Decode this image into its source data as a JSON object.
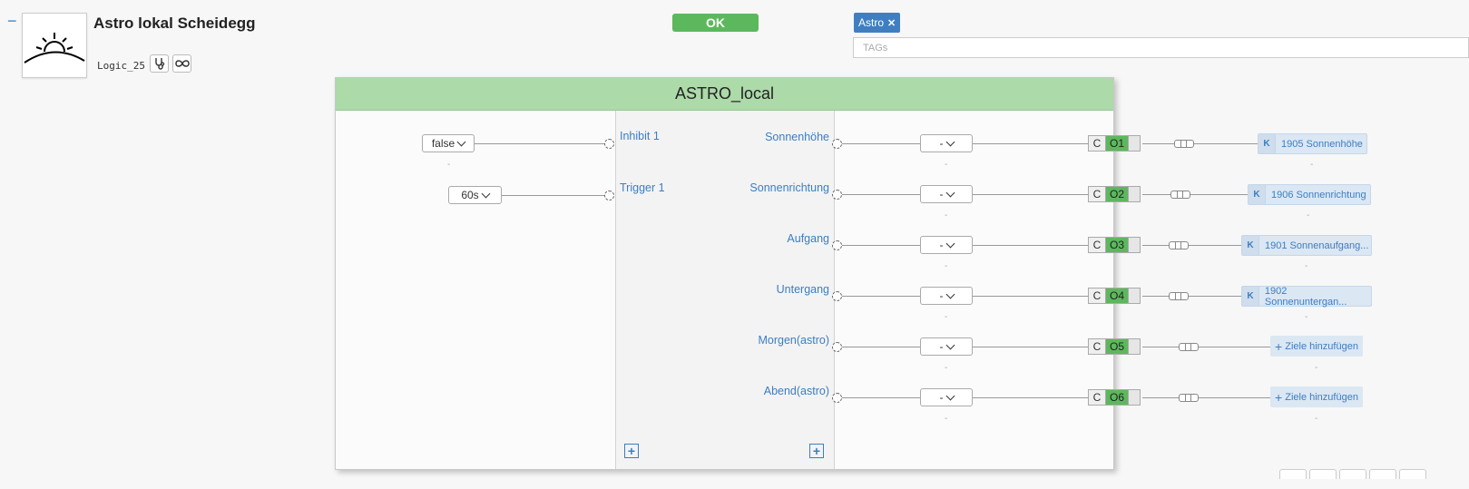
{
  "header": {
    "collapse_symbol": "−",
    "title": "Astro lokal Scheidegg",
    "logic_id": "Logic_25",
    "ok_label": "OK",
    "tag": "Astro",
    "tag_remove": "✕",
    "tags_placeholder": "TAGs"
  },
  "block": {
    "title": "ASTRO_local",
    "inputs": [
      {
        "value": "false",
        "name": "Inhibit 1",
        "dash": "-"
      },
      {
        "value": "60s",
        "name": "Trigger 1"
      }
    ],
    "outputs": [
      {
        "name": "Sonnenhöhe",
        "select": "-",
        "dash": "-",
        "c": "C",
        "o": "O1",
        "target_type": "K",
        "target": "1905 Sonnenhöhe",
        "target_dash": "-"
      },
      {
        "name": "Sonnenrichtung",
        "select": "-",
        "dash": "-",
        "c": "C",
        "o": "O2",
        "target_type": "K",
        "target": "1906 Sonnenrichtung",
        "target_dash": "-"
      },
      {
        "name": "Aufgang",
        "select": "-",
        "dash": "-",
        "c": "C",
        "o": "O3",
        "target_type": "K",
        "target": "1901 Sonnenaufgang...",
        "target_dash": "-"
      },
      {
        "name": "Untergang",
        "select": "-",
        "dash": "-",
        "c": "C",
        "o": "O4",
        "target_type": "K",
        "target": "1902 Sonnenuntergan...",
        "target_dash": "-"
      },
      {
        "name": "Morgen(astro)",
        "select": "-",
        "dash": "-",
        "c": "C",
        "o": "O5",
        "add_label": "Ziele hinzufügen",
        "target_dash": "-"
      },
      {
        "name": "Abend(astro)",
        "select": "-",
        "dash": "-",
        "c": "C",
        "o": "O6",
        "add_label": "Ziele hinzufügen",
        "target_dash": "-"
      }
    ],
    "add_symbol": "+"
  },
  "icons": {
    "logo": "sunrise-icon",
    "diagnose": "stethoscope-icon",
    "loop": "infinity-icon"
  }
}
